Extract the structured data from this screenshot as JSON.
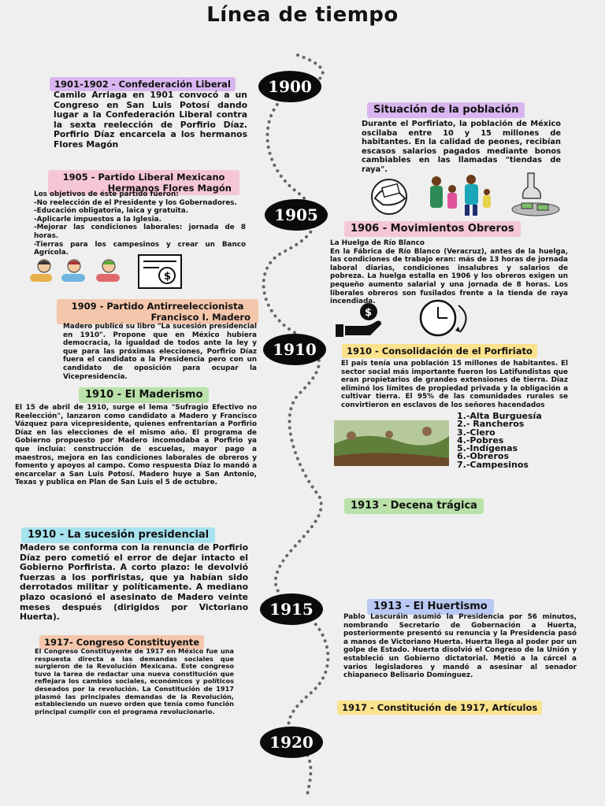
{
  "title": "Línea de tiempo",
  "years": [
    "1900",
    "1905",
    "1910",
    "1915",
    "1920"
  ],
  "e1901": {
    "tag": "1901-1902 - Confederación Liberal",
    "text": "Camilo Arriaga en 1901 convocó a un Congreso en San Luis Potosí dando lugar a la Confederación Liberal contra la sexta reelección de Porfirio Díaz. Porfirio Díaz encarcela a los hermanos Flores Magón"
  },
  "situacion": {
    "tag": "Situación de la población",
    "text": "Durante el Porfiriato, la población de México oscilaba entre 10 y 15 millones de habitantes. En la calidad de peones, recibían escasos salarios pagados mediante bonos cambiables en las llamadas \"tiendas de raya\"."
  },
  "e1905": {
    "tag_line1": "1905 - Partido Liberal Mexicano",
    "tag_line2": "Hermanos Flores Magón",
    "text": "Los objetivos de éste partido fueron:\n-No reelección de el Presidente y los Gobernadores.\n-Educación obligatoria, laica y gratuita.\n-Aplicarle impuestos a la Iglesia.\n-Mejorar las condiciones laborales: jornada de 8 horas.\n-Tierras para los campesinos y crear un Banco Agrícola."
  },
  "e1906": {
    "tag": "1906 - Movimientos Obreros",
    "text": "La Huelga de Río Blanco\nEn la Fábrica de Río Blanco (Veracruz), antes de la huelga, las condiciones de trabajo eran: más de 13 horas de jornada laboral diarias, condiciones insalubres y salarios de pobreza. La huelga estalla en 1906 y los obreros exigen un pequeño aumento salarial y una jornada de 8 horas. Los liberales obreros son fusilados frente a la tienda de raya incendiada."
  },
  "e1909": {
    "tag_line1": "1909 - Partido Antirreeleccionista",
    "tag_line2": "Francisco I. Madero",
    "text": "Madero publicó su libro \"La sucesión presidencial en 1910\". Propone que en México hubiera democracia, la igualdad de todos ante la ley y que para las próximas elecciones, Porfirio Díaz fuera el candidato a la Presidencia pero con un candidato de oposición para ocupar la Vicepresidencia."
  },
  "e1910c": {
    "tag": "1910 - Consolidación de el Porfiriato",
    "text": "El país tenía una población 15 millones de habitantes. El sector social más importante fueron los Latifundistas que eran propietarios de grandes extensiones de tierra. Díaz eliminó los límites de propiedad privada y la obligación a cultivar tierra. El 95% de las comunidades rurales se convirtieron en esclavos de los señores hacendados",
    "classes": [
      "1.-Alta Burguesía",
      "2.- Rancheros",
      "3.-Clero",
      "4.-Pobres",
      "5.-Indígenas",
      "6.-Obreros",
      "7.-Campesinos"
    ]
  },
  "e1910m": {
    "tag": "1910 - El Maderismo",
    "text": "El 15 de abril de 1910, surge el lema \"Sufragio Efectivo no Reelección\", lanzaron como candidato a Madero y Francisco Vázquez para vicepresidente, quienes enfrentarían a Porfirio Díaz en las elecciones de el mismo año. El programa de Gobierno propuesto por Madero incomodaba a Porfirio ya que incluía: construcción de escuelas, mayor pago a maestros, mejora en las condiciones laborales de obreros y fomento y apoyos al campo. Como respuesta Díaz lo mandó a encarcelar a San Luis Potosí. Madero huye a San Antonio, Texas y publica en Plan de San Luis el 5 de octubre."
  },
  "e1913d": {
    "tag": "1913 - Decena trágica"
  },
  "e1910s": {
    "tag": "1910 - La sucesión presidencial",
    "text": "Madero se conforma con la renuncia de Porfirio Díaz pero cometió el error de dejar intacto el Gobierno Porfirista. A corto plazo: le devolvió fuerzas a los porfiristas, que ya habían sido derrotados militar y políticamente. A mediano plazo ocasionó el asesinato de Madero veinte meses después (dirigidos por Victoriano Huerta)."
  },
  "e1913h": {
    "tag": "1913 - El Huertismo",
    "text": "Pablo Lascuráin asumió la Presidencia por 56 minutos, nombrando Secretario de Gobernación a Huerta, posteriormente presentó su renuncia y la Presidencia pasó a manos de Victoriano Huerta. Huerta llega al poder por un golpe de Estado. Huerta disolvió el Congreso de la Unión y estableció un Gobierno dictatorial. Metió a la cárcel a varios legisladores y mandó a asesinar al senador chiapaneco Belisario Domínguez."
  },
  "e1917c": {
    "tag": "1917- Congreso Constituyente",
    "text": "El Congreso Constituyente de 1917 en México fue una respuesta directa a las demandas sociales que surgieron de la Revolución Mexicana. Este congreso tuvo la tarea de redactar una nueva constitución que reflejara los cambios sociales, económicos y políticos deseados por la revolución. La Constitución de 1917 plasmó las principales demandas de la Revolución, estableciendo un nuevo orden que tenía como función principal cumplir con el programa revolucionario."
  },
  "e1917a": {
    "tag": "1917 - Constitución de 1917, Artículos"
  },
  "icons": [
    "hand-money-icon",
    "family-icon",
    "money-drop-icon",
    "children-icon",
    "document-money-icon",
    "money-hand-icon",
    "clock-icon",
    "plantation-image"
  ]
}
